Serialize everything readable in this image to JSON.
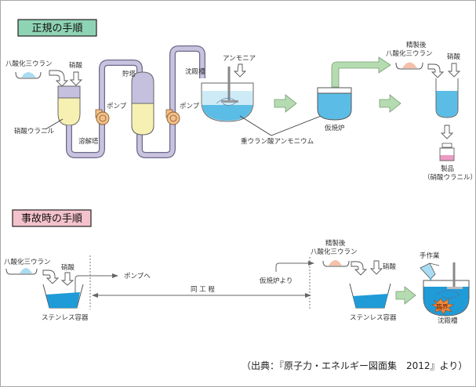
{
  "sections": {
    "normal": {
      "title": "正規の手順",
      "title_bg": "#8fd3b5",
      "labels": {
        "u3o8": "八酸化三ウラン",
        "nitric_acid_1": "硝酸",
        "uranyl_nitrate": "硝酸ウラニル",
        "dissolution_tower": "溶解塔",
        "storage_tower": "貯塔",
        "pump_1": "ポンプ",
        "pump_2": "ポンプ",
        "precipitation_tank": "沈殿槽",
        "ammonia": "アンモニア",
        "adu": "重ウラン酸アンモニウム",
        "calciner": "仮焼炉",
        "purified_line1": "精製後",
        "purified_line2": "八酸化三ウラン",
        "nitric_acid_2": "硝酸",
        "product_line1": "製品",
        "product_line2": "（硝酸ウラニル）"
      }
    },
    "accident": {
      "title": "事故時の手順",
      "title_bg": "#f4c2cc",
      "labels": {
        "u3o8": "八酸化三ウラン",
        "nitric_acid_1": "硝酸",
        "to_pump": "ポンプへ",
        "stainless_1": "ステンレス容器",
        "same_process": "同 工 程",
        "from_calciner": "仮焼炉より",
        "purified_line1": "精製後",
        "purified_line2": "八酸化三ウラン",
        "nitric_acid_2": "硝酸",
        "stainless_2": "ステンレス容器",
        "manual_work": "手作業",
        "criticality": "臨界",
        "precipitation_tank": "沈殿槽"
      }
    }
  },
  "citation": "（出典：『原子力・エネルギー図面集　2012』より）",
  "colors": {
    "pipe": "#c9c3e0",
    "pipe_stroke": "#6a6a8a",
    "yellow_liquid": "#f6f1b3",
    "purple_top": "#c6c0df",
    "blue_liquid": "#5bbde6",
    "light_blue": "#cdebf7",
    "pump": "#f2c08a",
    "green_arrow": "#b5dcb0",
    "powder_blue": "#a9dcf2",
    "powder_pink": "#f5c1a8",
    "product_pink": "#ec9bc4",
    "criticality_orange": "#f28a3c"
  }
}
